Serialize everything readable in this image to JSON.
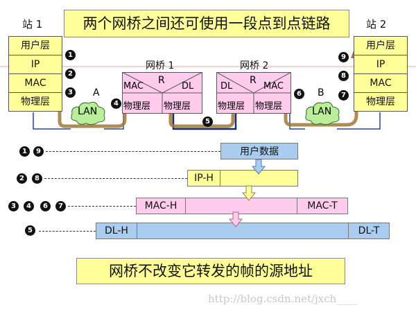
{
  "title": "两个网桥之间还可使用一段点到点链路",
  "station1": {
    "label": "站 1",
    "layers": [
      "用户层",
      "IP",
      "MAC",
      "物理层"
    ]
  },
  "station2": {
    "label": "站 2",
    "layers": [
      "用户层",
      "IP",
      "MAC",
      "物理层"
    ]
  },
  "bridge1": {
    "label": "网桥 1",
    "left": "MAC",
    "center": "R",
    "right": "DL",
    "phys_left": "物理层",
    "phys_right": "物理层"
  },
  "bridge2": {
    "label": "网桥 2",
    "left": "DL",
    "center": "R",
    "right": "MAC",
    "phys_left": "物理层",
    "phys_right": "物理层"
  },
  "lan_a": {
    "label": "LAN",
    "tag": "A"
  },
  "lan_b": {
    "label": "LAN",
    "tag": "B"
  },
  "steps": [
    "1",
    "2",
    "3",
    "4",
    "5",
    "6",
    "7",
    "8",
    "9"
  ],
  "frames": {
    "user": {
      "steps": [
        "1",
        "9"
      ],
      "label": "用户数据"
    },
    "ip": {
      "steps": [
        "2",
        "8"
      ],
      "header": "IP-H"
    },
    "mac": {
      "steps": [
        "3",
        "4",
        "6",
        "7"
      ],
      "header": "MAC-H",
      "trailer": "MAC-T"
    },
    "dl": {
      "steps": [
        "5"
      ],
      "header": "DL-H",
      "trailer": "DL-T"
    }
  },
  "bottom_note": "网桥不改变它转发的帧的源地址",
  "watermark": "http://blog.csdn.net/jxch____",
  "colors": {
    "yellow": "#ffff99",
    "pink": "#ffccee",
    "blue": "#aaccee",
    "path": "#a07838"
  }
}
